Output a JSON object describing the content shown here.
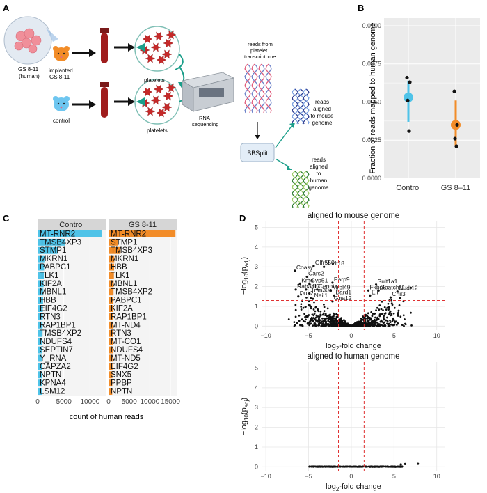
{
  "panel_labels": {
    "A": "A",
    "B": "B",
    "C": "C",
    "D": "D"
  },
  "diagram": {
    "source_name": "GS 8-11",
    "source_sub": "(human)",
    "implanted": "implanted",
    "implanted_sub": "GS 8-11",
    "control": "control",
    "platelets_top": "platelets",
    "platelets_bottom": "platelets",
    "rna_l1": "RNA",
    "rna_l2": "sequencing",
    "reads_l1": "reads from",
    "reads_l2": "platelet",
    "reads_l3": "transcriptome",
    "bbsplit": "BBSplit",
    "mouse_l1": "reads",
    "mouse_l2": "aligned",
    "mouse_l3": "to mouse",
    "mouse_l4": "genome",
    "human_l1": "reads",
    "human_l2": "aligned",
    "human_l3": "to",
    "human_l4": "human",
    "human_l5": "genome",
    "colors": {
      "mouse_text": "#2b3a8f",
      "human_text": "#2e7d32",
      "arrow": "#1b9e8a",
      "blood": "#9b1c1c",
      "platelet": "#c62828"
    }
  },
  "chart_data": [
    {
      "id": "B",
      "type": "scatter",
      "categories": [
        "Control",
        "GS 8–11"
      ],
      "ylabel": "Fraction of reads mapped to human genome",
      "ylim": [
        0,
        0.0105
      ],
      "yticks": [
        0.0,
        0.0025,
        0.005,
        0.0075,
        0.01
      ],
      "ytick_labels": [
        "0.0000",
        "0.0025",
        "0.0050",
        "0.0075",
        "0.0100"
      ],
      "grid": true,
      "series": [
        {
          "category": "Control",
          "color": "#4fc3e8",
          "mean": 0.0053,
          "lower": 0.0037,
          "upper": 0.0064,
          "points": [
            0.0066,
            0.0063,
            0.0051,
            0.0031
          ]
        },
        {
          "category": "GS 8–11",
          "color": "#f28c28",
          "mean": 0.0035,
          "lower": 0.0021,
          "upper": 0.0051,
          "points": [
            0.0057,
            0.0035,
            0.0026,
            0.0021
          ]
        }
      ]
    },
    {
      "id": "C",
      "type": "bar",
      "xlabel": "count of human reads",
      "panels": [
        {
          "title": "Control",
          "color": "#4fc3e8",
          "xlim": [
            0,
            13000
          ],
          "xticks": [
            0,
            5000,
            10000
          ],
          "categories": [
            "MT-RNR2",
            "TMSB4XP3",
            "STMP1",
            "MKRN1",
            "PABPC1",
            "TLK1",
            "KIF2A",
            "MBNL1",
            "HBB",
            "EIF4G2",
            "RTN3",
            "RAP1BP1",
            "TMSB4XP2",
            "NDUFS4",
            "SEPTIN7",
            "Y_RNA",
            "CAPZA2",
            "NPTN",
            "KPNA4",
            "LSM12"
          ],
          "values": [
            12200,
            5300,
            3800,
            1300,
            1250,
            1200,
            1150,
            1100,
            1050,
            1000,
            980,
            960,
            940,
            920,
            900,
            880,
            860,
            840,
            820,
            800
          ]
        },
        {
          "title": "GS 8-11",
          "color": "#f28c28",
          "xlim": [
            0,
            16500
          ],
          "xticks": [
            0,
            5000,
            10000,
            15000
          ],
          "categories": [
            "MT-RNR2",
            "STMP1",
            "TMSB4XP3",
            "MKRN1",
            "HBB",
            "TLK1",
            "MBNL1",
            "TMSB4XP2",
            "PABPC1",
            "KIF2A",
            "RAP1BP1",
            "MT-ND4",
            "RTN3",
            "MT-CO1",
            "NDUFS4",
            "MT-ND5",
            "EIF4G2",
            "SNX5",
            "PPBP",
            "NPTN"
          ],
          "values": [
            16200,
            2300,
            2900,
            1400,
            1350,
            1300,
            1250,
            1200,
            1150,
            1100,
            1080,
            1060,
            1040,
            1020,
            1000,
            980,
            960,
            940,
            920,
            900
          ]
        }
      ]
    },
    {
      "id": "D1",
      "type": "scatter",
      "title": "aligned to mouse genome",
      "xlabel_base": "log",
      "xlabel_sub": "2",
      "xlabel_rest": "-fold change",
      "ylabel_pre": "−log",
      "ylabel_sub": "10",
      "ylabel_mid": "(p",
      "ylabel_sub2": "adj",
      "ylabel_post": ")",
      "xlim": [
        -10.5,
        11
      ],
      "ylim": [
        -0.2,
        5.3
      ],
      "xticks": [
        -10,
        -5,
        0,
        5,
        10
      ],
      "yticks": [
        0,
        1,
        2,
        3,
        4,
        5
      ],
      "vlines": [
        -1.5,
        1.5
      ],
      "hline": 1.3,
      "labeled_points": [
        {
          "label": "Coasy",
          "x": -6.6,
          "y": 2.8
        },
        {
          "label": "Olfr550",
          "x": -4.4,
          "y": 3.05
        },
        {
          "label": "Nudt18",
          "x": -3.2,
          "y": 3.0
        },
        {
          "label": "Cars2",
          "x": -5.2,
          "y": 2.5
        },
        {
          "label": "Kmo",
          "x": -6.0,
          "y": 2.15
        },
        {
          "label": "Cyp51",
          "x": -4.9,
          "y": 2.15
        },
        {
          "label": "Parp9",
          "x": -2.2,
          "y": 2.2
        },
        {
          "label": "Rab3il1",
          "x": -6.5,
          "y": 1.85
        },
        {
          "label": "Ccr7",
          "x": -5.3,
          "y": 1.85
        },
        {
          "label": "Cenpt",
          "x": -4.0,
          "y": 1.85
        },
        {
          "label": "Mrpl49",
          "x": -2.4,
          "y": 1.8
        },
        {
          "label": "Trim30c",
          "x": -4.9,
          "y": 1.65
        },
        {
          "label": "Dus2",
          "x": -6.2,
          "y": 1.5
        },
        {
          "label": "Neil1",
          "x": -4.5,
          "y": 1.38
        },
        {
          "label": "Bard1",
          "x": -2.0,
          "y": 1.55
        },
        {
          "label": "Gna12",
          "x": -2.2,
          "y": 1.25
        },
        {
          "label": "Sult1a1",
          "x": 2.9,
          "y": 2.1
        },
        {
          "label": "Fkbp5",
          "x": 2.0,
          "y": 1.8
        },
        {
          "label": "Gpatch11",
          "x": 3.2,
          "y": 1.8
        },
        {
          "label": "Nudt12",
          "x": 5.4,
          "y": 1.75
        },
        {
          "label": "Ell",
          "x": 2.2,
          "y": 1.55
        },
        {
          "label": "Chil3",
          "x": 4.6,
          "y": 1.45
        }
      ]
    },
    {
      "id": "D2",
      "type": "scatter",
      "title": "aligned to human genome",
      "xlabel_base": "log",
      "xlabel_sub": "2",
      "xlabel_rest": "-fold change",
      "ylabel_pre": "−log",
      "ylabel_sub": "10",
      "ylabel_mid": "(p",
      "ylabel_sub2": "adj",
      "ylabel_post": ")",
      "xlim": [
        -10.5,
        11
      ],
      "ylim": [
        -0.2,
        5.3
      ],
      "xticks": [
        -10,
        -5,
        0,
        5,
        10
      ],
      "yticks": [
        0,
        1,
        2,
        3,
        4,
        5
      ],
      "vlines": [
        -1.5,
        1.5
      ],
      "hline": 1.3,
      "points_range": [
        -5,
        6
      ],
      "outliers": [
        {
          "x": 5.8,
          "y": 0.12
        },
        {
          "x": 6.3,
          "y": 0.14
        },
        {
          "x": 7.8,
          "y": 0.15
        }
      ]
    }
  ]
}
